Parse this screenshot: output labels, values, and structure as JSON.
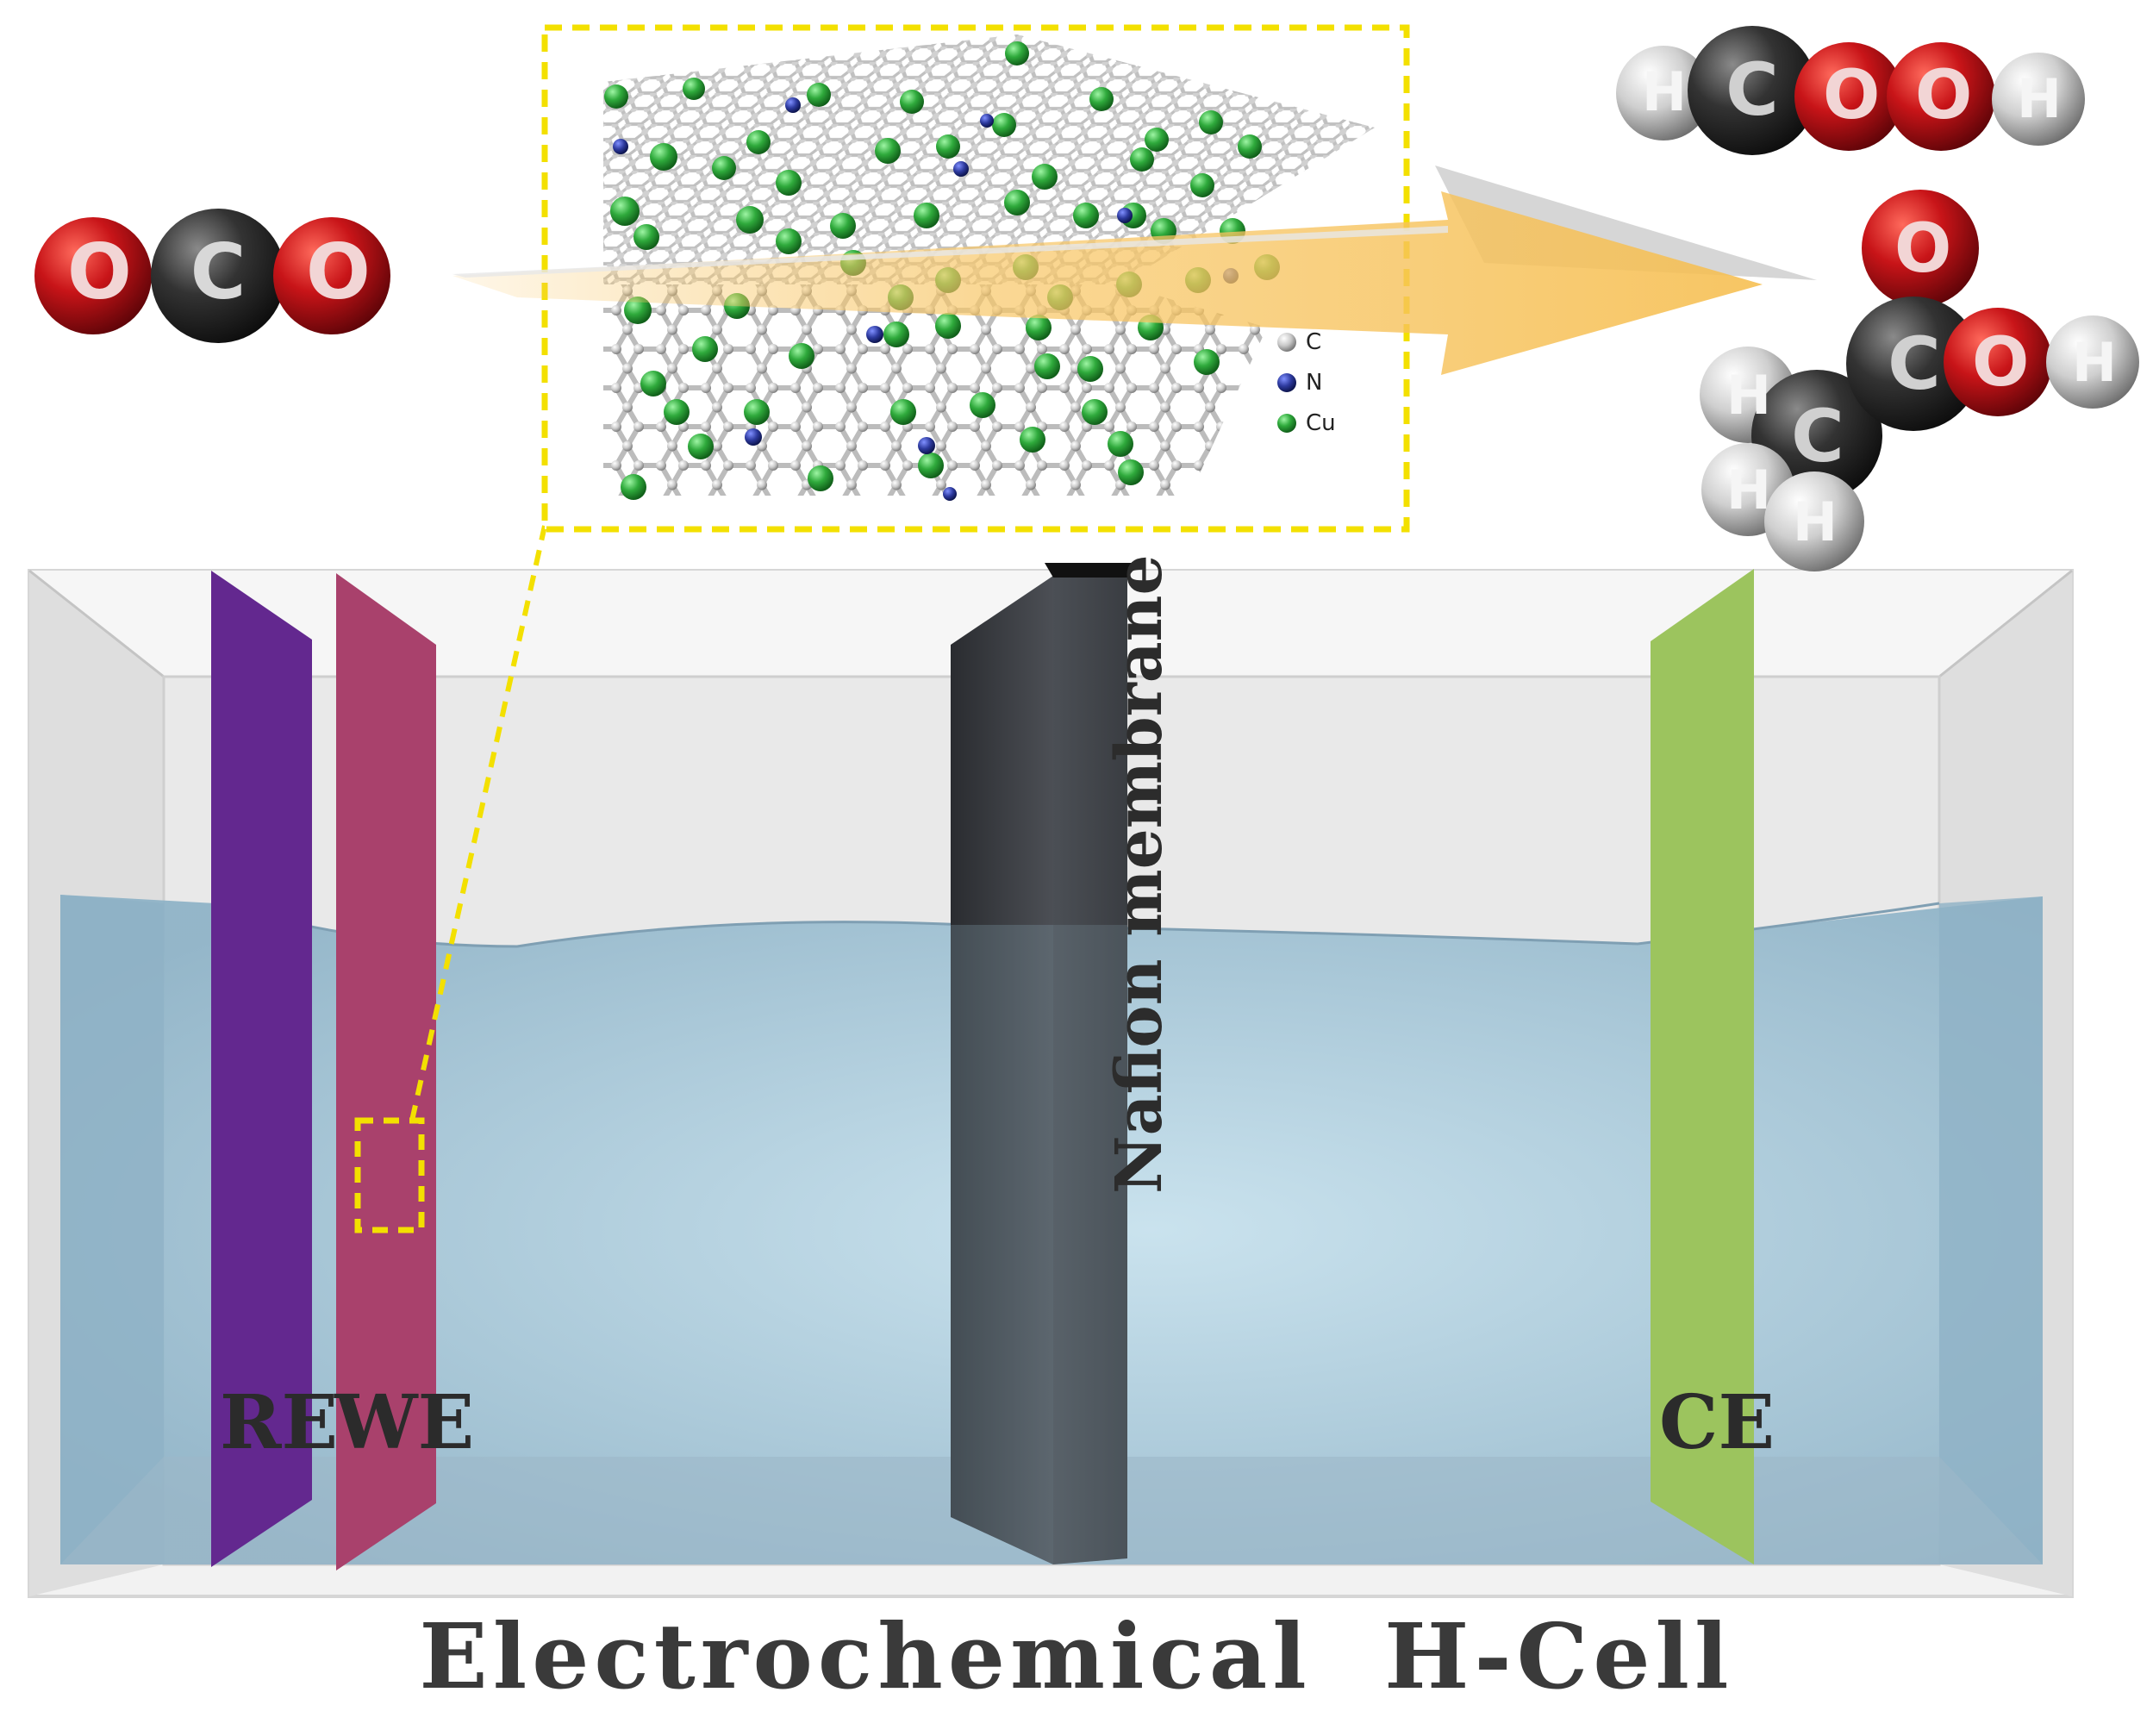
{
  "caption": "Electrochemical  H-Cell",
  "electrodes": {
    "reference": {
      "label": "RE",
      "color": "#63288f"
    },
    "working": {
      "label": "WE",
      "color": "#a9416c"
    },
    "counter": {
      "label": "CE",
      "color": "#9cc45e"
    }
  },
  "membrane": {
    "label": "Nafion membrane",
    "color": "#3b3d42"
  },
  "legend": {
    "items": [
      {
        "symbol": "C",
        "color": "#cfcfcf"
      },
      {
        "symbol": "N",
        "color": "#2d3a9e"
      },
      {
        "symbol": "Cu",
        "color": "#2faa3c"
      }
    ]
  },
  "molecules": {
    "reactant": {
      "atoms": [
        "O",
        "C",
        "O"
      ]
    },
    "formic_acid": {
      "atoms": [
        "H",
        "C",
        "O",
        "O",
        "H"
      ]
    },
    "acetic_acid": {
      "atoms": [
        "O",
        "C",
        "O",
        "H",
        "H",
        "C",
        "H",
        "H"
      ]
    }
  },
  "colors": {
    "oxygen": "#c81418",
    "carbon": "#303030",
    "hydrogen": "#d8d8d8",
    "electrolyte": "#a9c8d8",
    "arrow": "#f8c768",
    "highlight": "#f3e000"
  }
}
